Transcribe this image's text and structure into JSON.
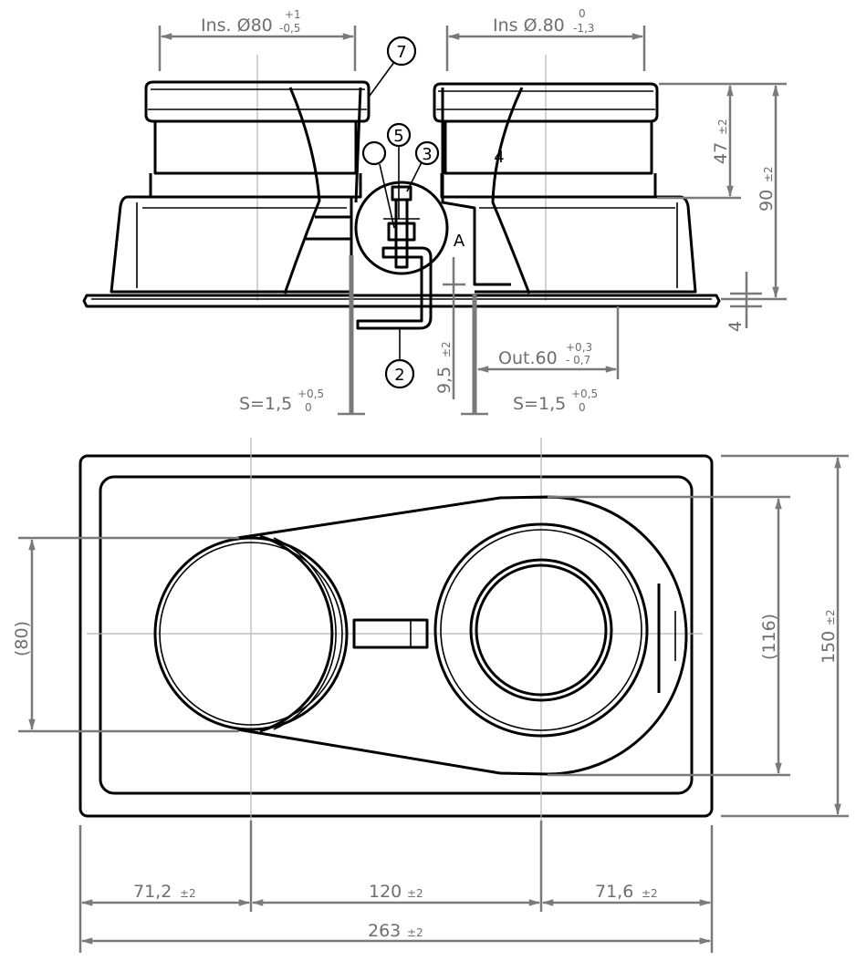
{
  "side_view": {
    "inlet_left": {
      "label": "Ins. Ø80",
      "tol_upper": "+1",
      "tol_lower": "-0,5"
    },
    "inlet_right": {
      "label": "Ins Ø.80",
      "tol_upper": "0",
      "tol_lower": "-1,3"
    },
    "height_collar": {
      "label": "47",
      "tol": "±2"
    },
    "height_total": {
      "label": "90",
      "tol": "±2"
    },
    "plate_thickness": {
      "label": "4"
    },
    "offset": {
      "label": "9,5",
      "tol": "±2"
    },
    "outlet": {
      "label": "Out.60",
      "tol_upper": "+0,3",
      "tol_lower": "- 0,7"
    },
    "wall_left": {
      "label": "S=1,5",
      "tol_upper": "+0,5",
      "tol_lower": "0"
    },
    "wall_right": {
      "label": "S=1,5",
      "tol_upper": "+0,5",
      "tol_lower": "0"
    },
    "detail_label": "A",
    "part_label_4": "4",
    "balloons": [
      "7",
      "5",
      "3",
      "",
      "2"
    ]
  },
  "top_view": {
    "left_diameter": {
      "label": "(80)"
    },
    "right_diameter": {
      "label": "(116)"
    },
    "width": {
      "label": "150",
      "tol": "±2"
    },
    "seg_left": {
      "label": "71,2",
      "tol": "±2"
    },
    "seg_mid": {
      "label": "120",
      "tol": "±2"
    },
    "seg_right": {
      "label": "71,6",
      "tol": "±2"
    },
    "length": {
      "label": "263",
      "tol": "±2"
    }
  }
}
